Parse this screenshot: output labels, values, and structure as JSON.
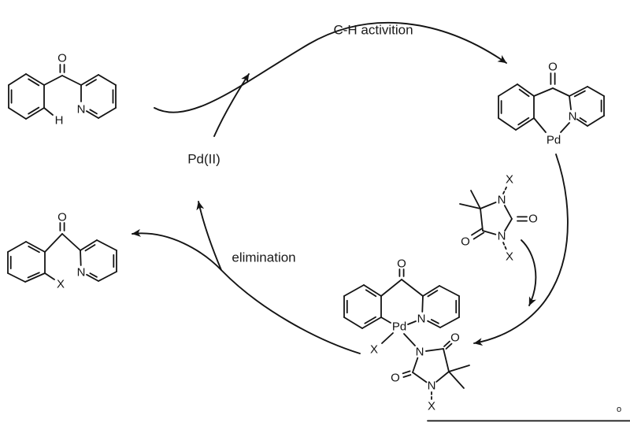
{
  "diagram": {
    "step_labels": {
      "ch_activation": "C-H activition",
      "elimination": "elimination"
    },
    "catalyst_label": "Pd(II)",
    "stray_mark": "o",
    "atoms": {
      "oxygen": "O",
      "nitrogen": "N",
      "hydrogen": "H",
      "halogen": "X",
      "palladium": "Pd"
    },
    "colors": {
      "ink": "#141414",
      "background": "#ffffff"
    }
  }
}
